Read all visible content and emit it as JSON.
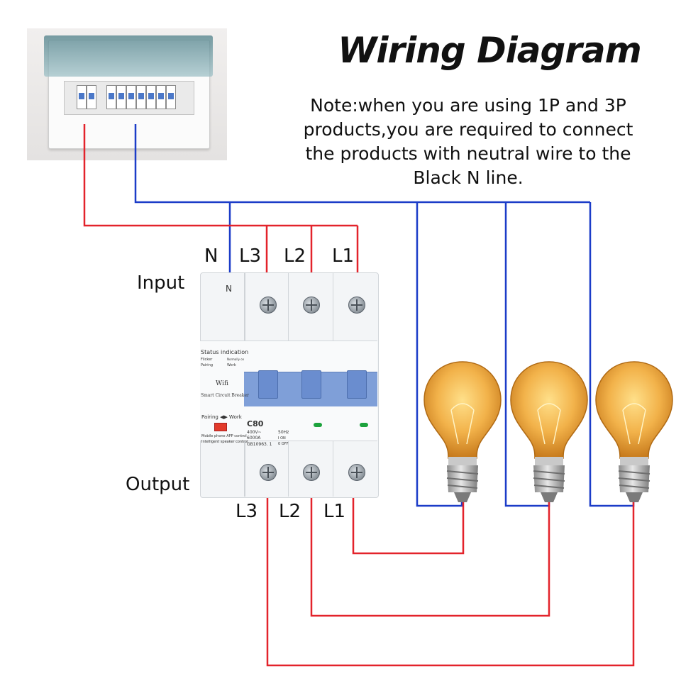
{
  "title": "Wiring Diagram",
  "note": {
    "lines": [
      "Note:when you are using 1P and 3P",
      "products,you are required to connect",
      "the products with neutral wire to the",
      "Black N line."
    ]
  },
  "input": {
    "label": "Input",
    "terminals": [
      "N",
      "L3",
      "L2",
      "L1"
    ]
  },
  "output": {
    "label": "Output",
    "terminals": [
      "L3",
      "L2",
      "L1"
    ]
  },
  "breaker": {
    "neutral_mark": "N",
    "status_indication": "Status indication",
    "flicker": "Flicker",
    "pairing": "Pairing",
    "normally_on": "Normally on",
    "work": "Work",
    "wifi": "Wifi",
    "product_name": "Smart Circuit Breaker",
    "pairing_work": "Pairing ◀▶ Work",
    "app_control_1": "Mobile phone APP control",
    "app_control_2": "Intelligent speaker control",
    "rating": "C80",
    "voltage": "400V~",
    "capacity": "6000A",
    "standard": "GB10963. 1",
    "frequency": "50Hz",
    "on_label": "I ON",
    "off_label": "0 OFF"
  },
  "colors": {
    "live_wire": "#e3232b",
    "neutral_wire": "#1b3cc8",
    "breaker_handle": "#6a8dcf"
  },
  "icons": [
    "distribution-panel-image",
    "smart-circuit-breaker-image",
    "light-bulb-icon"
  ]
}
